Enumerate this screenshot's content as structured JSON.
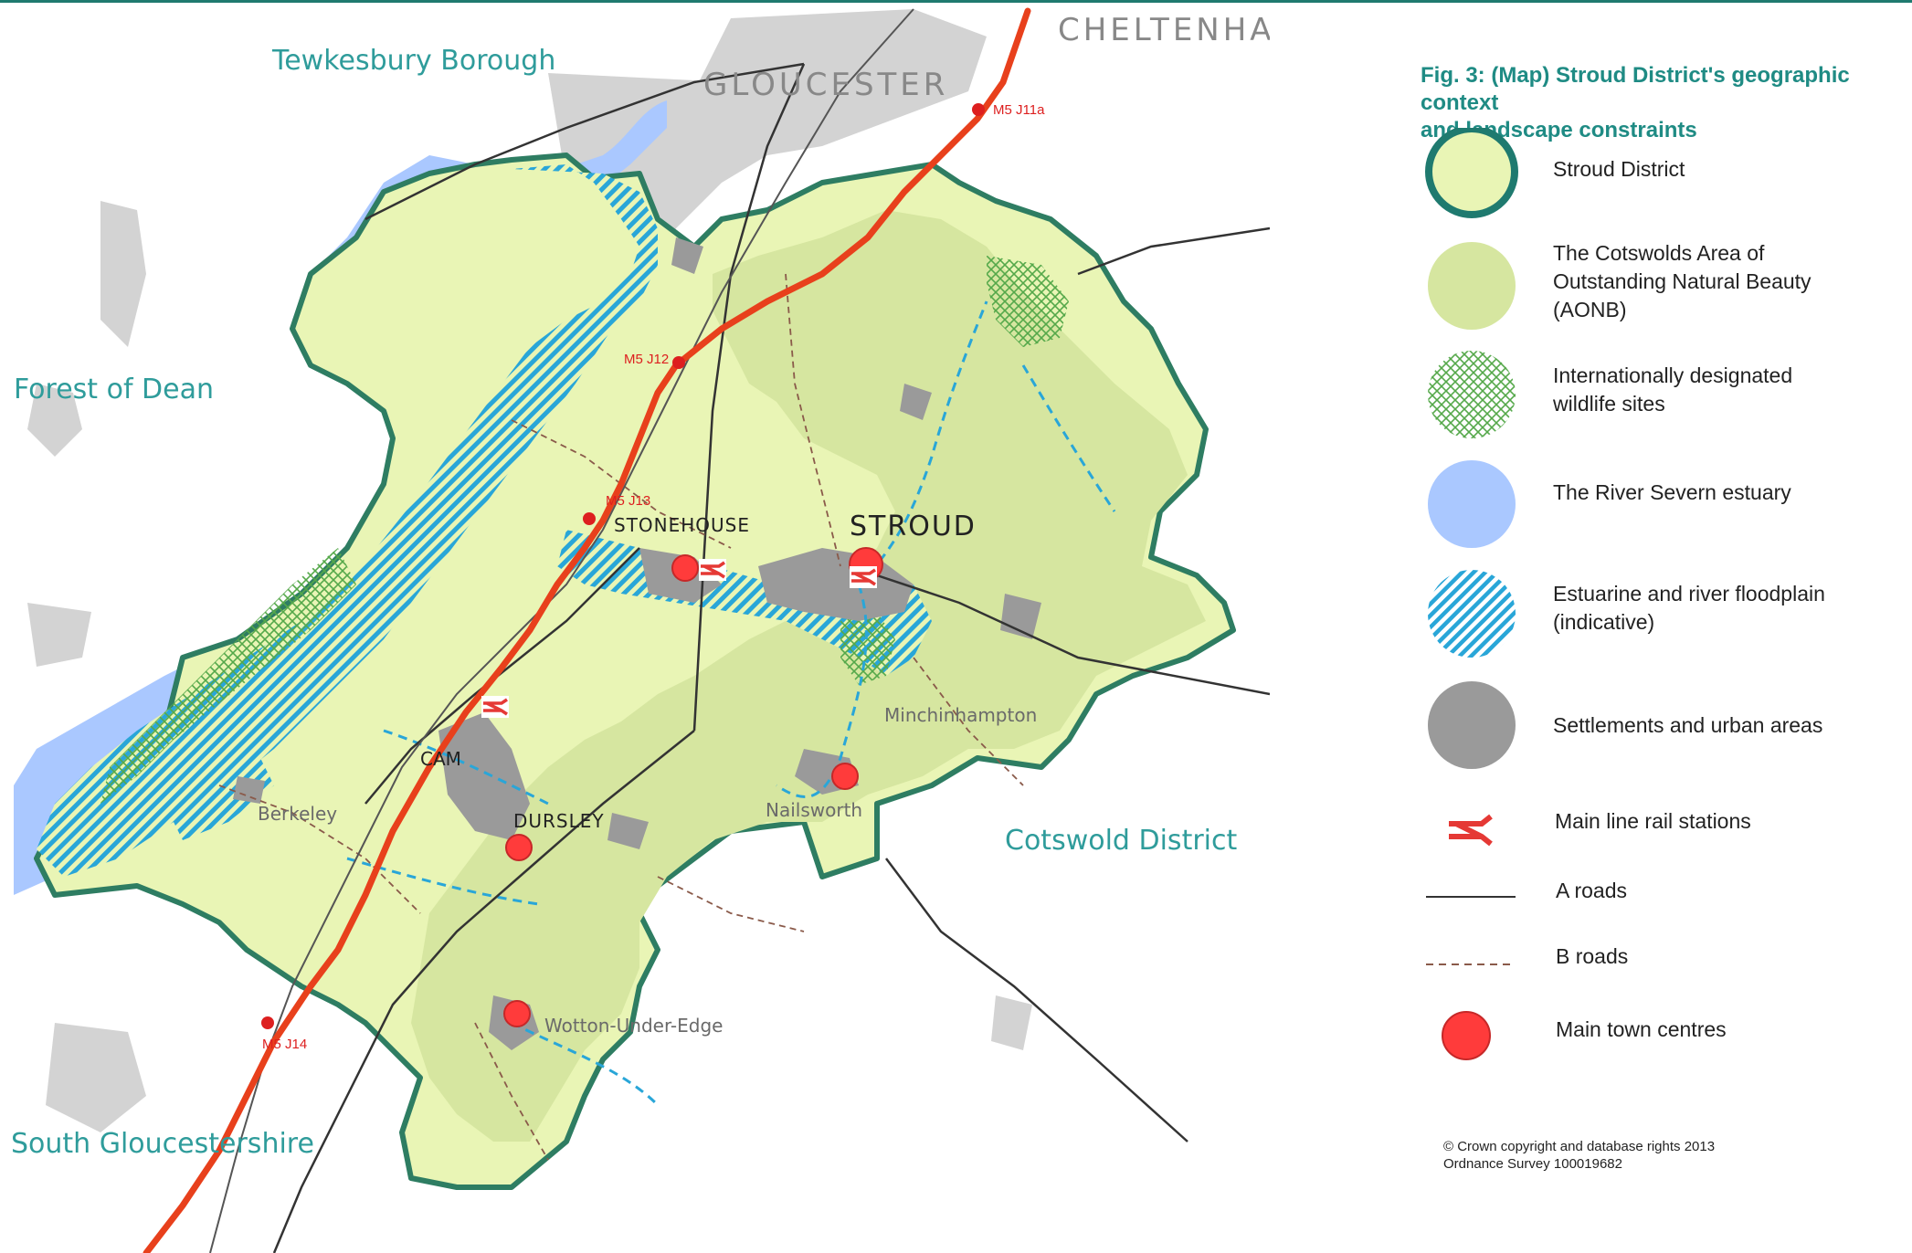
{
  "figure": {
    "title_line1": "Fig. 3: (Map) Stroud District's geographic context",
    "title_line2": "and landscape constraints"
  },
  "legend": {
    "items": [
      {
        "label": "Stroud District",
        "swatch": "district-outline",
        "color": "#e9f5b5",
        "border": "#1f7a6f"
      },
      {
        "label_lines": [
          "The Cotswolds Area of",
          "Outstanding Natural Beauty",
          "(AONB)"
        ],
        "swatch": "aonb",
        "color": "#d6e6a0"
      },
      {
        "label_lines": [
          "Internationally designated",
          "wildlife sites"
        ],
        "swatch": "crosshatch",
        "color": "#4caf50"
      },
      {
        "label": "The River Severn estuary",
        "swatch": "estuary",
        "color": "#aac8ff"
      },
      {
        "label_lines": [
          "Estuarine and river floodplain",
          "(indicative)"
        ],
        "swatch": "diagonal-hatch",
        "color": "#29a6d8"
      },
      {
        "label": "Settlements and urban areas",
        "swatch": "settlement",
        "color": "#9a9a9a"
      },
      {
        "label": "Main line rail stations",
        "swatch": "rail-icon",
        "color": "#e53935"
      },
      {
        "label": "A  roads",
        "swatch": "solid-line",
        "color": "#333333"
      },
      {
        "label": "B  roads",
        "swatch": "dashed-line",
        "color": "#8a5a4a"
      },
      {
        "label": "Main town centres",
        "swatch": "red-dot",
        "color": "#ff3b3b"
      }
    ]
  },
  "copyright": {
    "line1": "© Crown copyright and database rights 2013",
    "line2": "Ordnance Survey 100019682"
  },
  "map": {
    "regions": {
      "tewkesbury": "Tewkesbury Borough",
      "cheltenham": "CHELTENHAM",
      "gloucester": "GLOUCESTER",
      "forest_of_dean": "Forest of Dean",
      "cotswold": "Cotswold District",
      "south_glos": "South Gloucestershire"
    },
    "towns": {
      "stroud": "STROUD",
      "stonehouse": "STONEHOUSE",
      "cam": "CAM",
      "dursley": "DURSLEY",
      "nailsworth": "Nailsworth",
      "minchinhampton": "Minchinhampton",
      "berkeley": "Berkeley",
      "wotton": "Wotton-Under-Edge"
    },
    "junctions": {
      "j11a": "M5 J11a",
      "j12": "M5 J12",
      "j13": "M5 J13",
      "j14": "M5 J14"
    },
    "colors": {
      "district_fill": "#e9f5b5",
      "district_border": "#2e7d62",
      "aonb": "#d6e6a0",
      "estuary": "#aac8ff",
      "floodplain": "#29a6d8",
      "settlement": "#9a9a9a",
      "outside_settlement": "#d3d3d3",
      "motorway": "#e8401c",
      "region_label": "#2f9c9b"
    }
  }
}
